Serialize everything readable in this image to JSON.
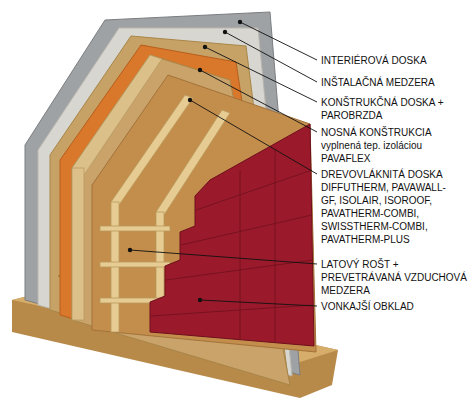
{
  "diagram": {
    "labels": [
      "INTERIÉROVÁ DOSKA",
      "INŠTALAČNÁ MEDZERA",
      "KONŠTRUKČNÁ DOSKA + PAROBRZDA",
      "NOSNÁ KONŠTRUKCIA vyplnená tep. izoláciou PAVAFLEX",
      "DREVOVLÁKNITÁ DOSKA DIFFUTHERM, PAVAWALL-GF, ISOLAIR, ISOROOF, PAVATHERM-COMBI, SWISSTHERM-COMBI, PAVATHERM-PLUS",
      "LATOVÝ ROŠT + PREVETRÁVANÁ VZDUCHOVÁ MEDZERA",
      "VONKAJŠÍ OBKLAD"
    ]
  }
}
